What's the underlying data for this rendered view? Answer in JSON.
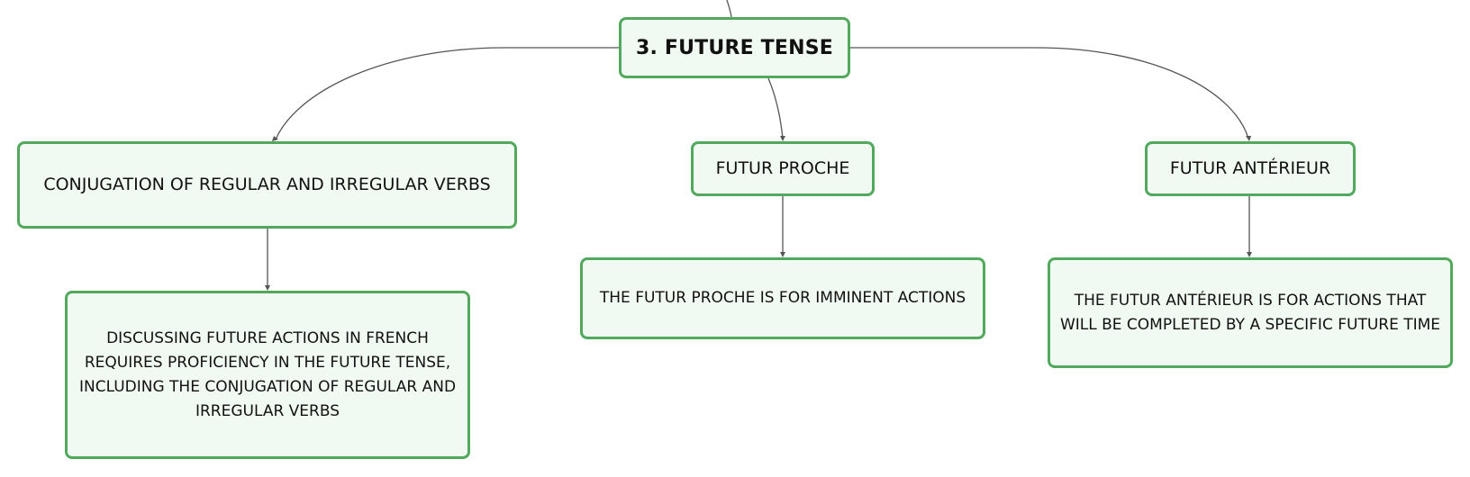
{
  "colors": {
    "node_border": "#52a95d",
    "node_fill": "#f1f9f3",
    "connector": "#555555",
    "text": "#111111"
  },
  "nodes": {
    "root": "3. FUTURE TENSE",
    "conjugation": "CONJUGATION OF REGULAR AND IRREGULAR VERBS",
    "futur_proche": "FUTUR PROCHE",
    "futur_anterieur": "FUTUR ANTÉRIEUR",
    "conjugation_detail": "DISCUSSING FUTURE ACTIONS IN FRENCH REQUIRES PROFICIENCY IN THE FUTURE TENSE, INCLUDING THE CONJUGATION OF REGULAR AND IRREGULAR VERBS",
    "futur_proche_detail": "THE FUTUR PROCHE IS FOR IMMINENT ACTIONS",
    "futur_anterieur_detail": "THE FUTUR ANTÉRIEUR IS FOR ACTIONS THAT WILL BE COMPLETED BY A SPECIFIC FUTURE TIME"
  },
  "edges": [
    {
      "from": "root",
      "to": "conjugation"
    },
    {
      "from": "root",
      "to": "futur_proche"
    },
    {
      "from": "root",
      "to": "futur_anterieur"
    },
    {
      "from": "conjugation",
      "to": "conjugation_detail"
    },
    {
      "from": "futur_proche",
      "to": "futur_proche_detail"
    },
    {
      "from": "futur_anterieur",
      "to": "futur_anterieur_detail"
    }
  ]
}
